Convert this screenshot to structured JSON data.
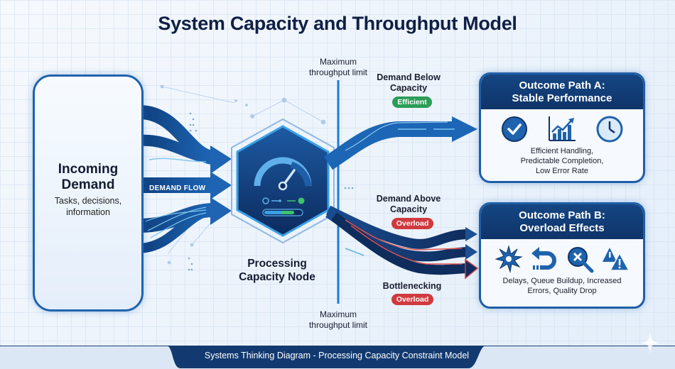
{
  "title": "System Capacity and Throughput Model",
  "incoming": {
    "heading": "Incoming Demand",
    "heading_line1": "Incoming",
    "heading_line2": "Demand",
    "subtitle_line1": "Tasks, decisions,",
    "subtitle_line2": "information",
    "flow_label": "DEMAND FLOW"
  },
  "processing_node": {
    "label_line1": "Processing",
    "label_line2": "Capacity Node",
    "icon": "speedometer-gauge-icon"
  },
  "limit_line": {
    "top_label_line1": "Maximum",
    "top_label_line2": "throughput limit",
    "bottom_label_line1": "Maximum",
    "bottom_label_line2": "throughput limit"
  },
  "paths": {
    "below": {
      "heading_line1": "Demand Below",
      "heading_line2": "Capacity",
      "badge": "Efficient",
      "badge_color": "#2a9d57"
    },
    "above": {
      "heading_line1": "Demand Above",
      "heading_line2": "Capacity",
      "badge": "Overload",
      "badge_color": "#d03a3e"
    },
    "bottleneck": {
      "heading": "Bottlenecking",
      "badge": "Overload",
      "badge_color": "#d03a3e"
    }
  },
  "outcome_a": {
    "title_line1": "Outcome Path A:",
    "title_line2": "Stable Performance",
    "icons": [
      "checkmark-circle-icon",
      "rising-bar-chart-icon",
      "clock-icon"
    ],
    "text_line1": "Efficient Handling,",
    "text_line2": "Predictable Completion,",
    "text_line3": "Low Error Rate"
  },
  "outcome_b": {
    "title_line1": "Outcome Path B:",
    "title_line2": "Overload Effects",
    "icons": [
      "burst-icon",
      "u-turn-arrow-icon",
      "search-error-icon",
      "double-warning-icon"
    ],
    "text_line1": "Delays, Queue Buildup, Increased",
    "text_line2": "Errors, Quality Drop"
  },
  "footer": {
    "caption": "Systems Thinking Diagram - Processing Capacity Constraint Model"
  },
  "colors": {
    "navy": "#0f3469",
    "blue": "#1f63ad",
    "accent": "#3aa0e8",
    "green": "#2a9d57",
    "red": "#d03a3e"
  }
}
